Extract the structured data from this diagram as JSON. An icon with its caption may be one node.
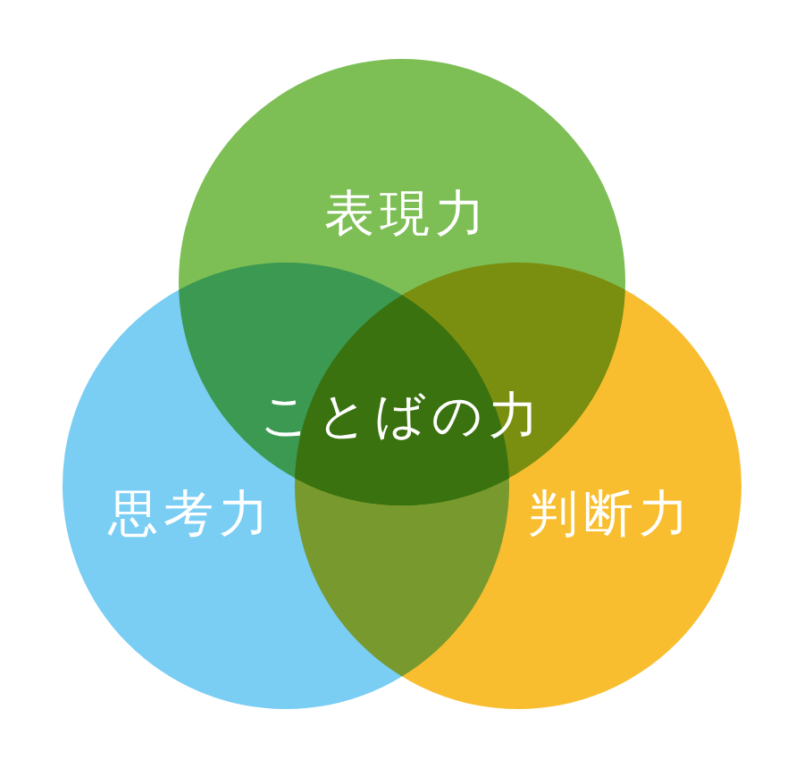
{
  "diagram": {
    "nodes": [
      {
        "text": [
          "表現力"
        ]
      },
      {
        "text": [
          "ことばの力"
        ]
      },
      {
        "text": [
          "思考力"
        ]
      },
      {
        "text": [
          "判断力"
        ]
      }
    ]
  }
}
